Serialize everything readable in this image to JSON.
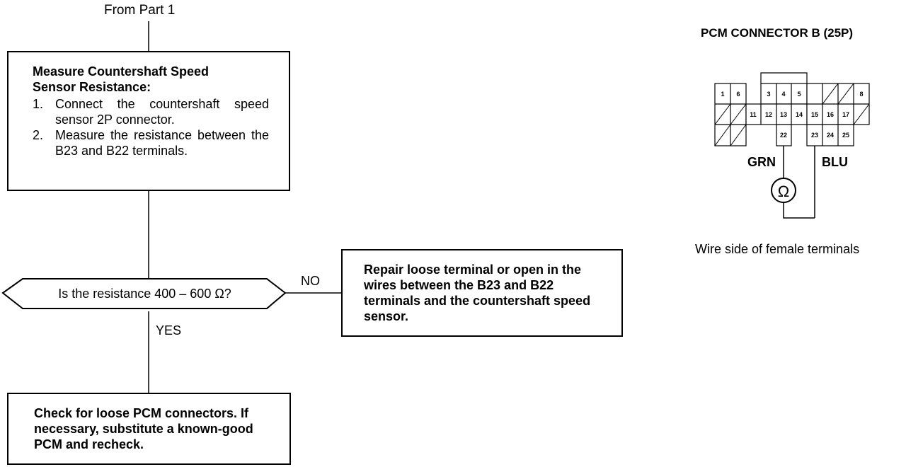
{
  "from_label": "From Part 1",
  "measure_box": {
    "title": "Measure Countershaft Speed Sensor Resistance:",
    "steps": [
      {
        "num": "1.",
        "text": "Connect the countershaft speed sensor 2P connector."
      },
      {
        "num": "2.",
        "text": "Measure the resistance between the B23 and B22 terminals."
      }
    ]
  },
  "decision": {
    "question": "Is the resistance 400 – 600 Ω?",
    "no_label": "NO",
    "yes_label": "YES"
  },
  "repair_box": {
    "text": "Repair loose terminal or open in the wires between the B23 and B22 terminals and the countershaft speed sensor."
  },
  "check_box": {
    "text": "Check for loose PCM connectors. If necessary, substitute a known-good PCM and recheck."
  },
  "connector": {
    "title": "PCM CONNECTOR B (25P)",
    "terminals_row1": [
      "1",
      "6",
      "3",
      "4",
      "5",
      "8"
    ],
    "terminals_row2": [
      "11",
      "12",
      "13",
      "14",
      "15",
      "16",
      "17"
    ],
    "terminals_row3": [
      "22",
      "23",
      "24",
      "25"
    ],
    "wire_left": "GRN",
    "wire_right": "BLU",
    "meter_symbol": "Ω",
    "caption": "Wire side of female terminals"
  }
}
